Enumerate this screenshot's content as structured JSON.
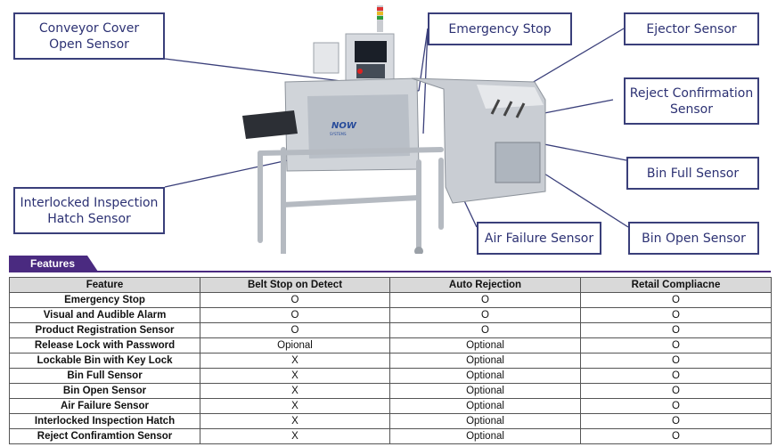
{
  "callouts": {
    "conveyor_cover": "Conveyor Cover\nOpen Sensor",
    "emergency_stop": "Emergency Stop",
    "ejector": "Ejector Sensor",
    "reject_confirmation": "Reject Confirmation\nSensor",
    "bin_full": "Bin Full Sensor",
    "interlocked_hatch": "Interlocked Inspection\nHatch Sensor",
    "air_failure": "Air Failure Sensor",
    "bin_open": "Bin Open Sensor"
  },
  "machine": {
    "brand": "NOW",
    "brand_sub": "SYSTEMS"
  },
  "features": {
    "heading": "Features",
    "columns": [
      "Feature",
      "Belt Stop on Detect",
      "Auto Rejection",
      "Retail Compliacne"
    ],
    "rows": [
      [
        "Emergency Stop",
        "O",
        "O",
        "O"
      ],
      [
        "Visual and Audible Alarm",
        "O",
        "O",
        "O"
      ],
      [
        "Product Registration Sensor",
        "O",
        "O",
        "O"
      ],
      [
        "Release Lock with Password",
        "Opional",
        "Optional",
        "O"
      ],
      [
        "Lockable Bin with Key Lock",
        "X",
        "Optional",
        "O"
      ],
      [
        "Bin Full Sensor",
        "X",
        "Optional",
        "O"
      ],
      [
        "Bin Open Sensor",
        "X",
        "Optional",
        "O"
      ],
      [
        "Air Failure Sensor",
        "X",
        "Optional",
        "O"
      ],
      [
        "Interlocked Inspection Hatch",
        "X",
        "Optional",
        "O"
      ],
      [
        "Reject Confiramtion Sensor",
        "X",
        "Optional",
        "O"
      ]
    ]
  }
}
